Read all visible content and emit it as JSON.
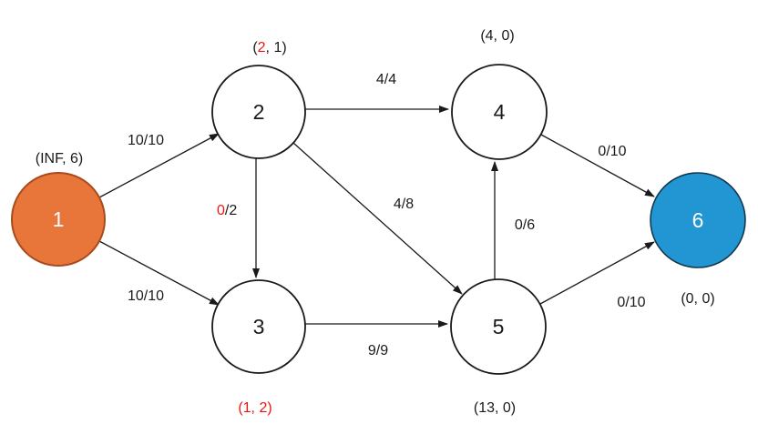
{
  "diagram": {
    "type": "flow-network",
    "colors": {
      "highlight": "#f01410",
      "edge": "#1a1a1a",
      "source_fill": "#e8763b",
      "source_stroke": "#a84a1c",
      "sink_fill": "#2196d3",
      "sink_stroke": "#15374e",
      "node_fill": "#ffffff",
      "node_stroke": "#1a1a1a"
    },
    "nodes": [
      {
        "id": "1",
        "role": "source",
        "annotation": "(INF, 6)"
      },
      {
        "id": "2",
        "role": "default",
        "annotation": "(2, 1)",
        "annotation_parts": [
          "(",
          "2",
          ", 1)"
        ]
      },
      {
        "id": "3",
        "role": "default",
        "annotation": "(1, 2)",
        "annotation_highlighted": true
      },
      {
        "id": "4",
        "role": "default",
        "annotation": "(4, 0)"
      },
      {
        "id": "5",
        "role": "default",
        "annotation": "(13, 0)"
      },
      {
        "id": "6",
        "role": "sink",
        "annotation": "(0, 0)"
      }
    ],
    "edges": [
      {
        "from": "1",
        "to": "2",
        "label": "10/10"
      },
      {
        "from": "1",
        "to": "3",
        "label": "10/10"
      },
      {
        "from": "2",
        "to": "4",
        "label": "4/4"
      },
      {
        "from": "2",
        "to": "3",
        "label": "0/2",
        "label_parts": [
          "0",
          "/2"
        ]
      },
      {
        "from": "2",
        "to": "5",
        "label": "4/8"
      },
      {
        "from": "3",
        "to": "5",
        "label": "9/9"
      },
      {
        "from": "5",
        "to": "4",
        "label": "0/6"
      },
      {
        "from": "4",
        "to": "6",
        "label": "0/10"
      },
      {
        "from": "5",
        "to": "6",
        "label": "0/10"
      }
    ]
  }
}
